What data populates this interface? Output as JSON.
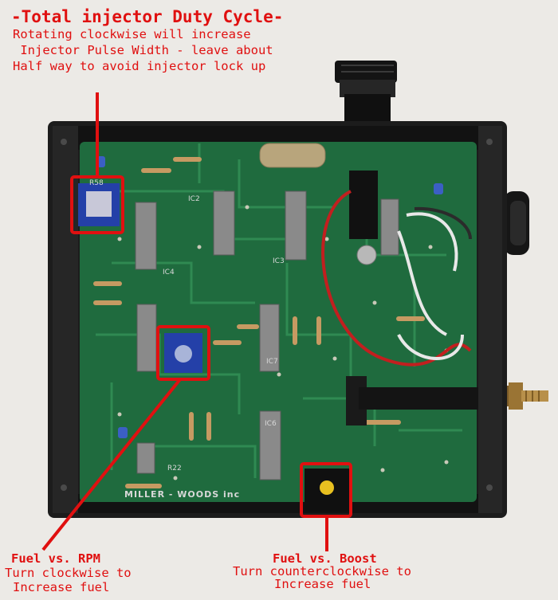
{
  "annotations": {
    "top": {
      "title": "-Total injector Duty Cycle-",
      "line1": "Rotating clockwise will increase",
      "line2": " Injector Pulse Width - leave about",
      "line3": "Half way to avoid injector lock up"
    },
    "rpm": {
      "title": "Fuel vs. RPM",
      "line1": "Turn clockwise to",
      "line2": "Increase fuel"
    },
    "boost": {
      "title": "Fuel vs. Boost",
      "line1": "Turn counterclockwise to",
      "line2": "Increase fuel"
    }
  },
  "board": {
    "silkscreen_maker": "MILLER - WOODS inc",
    "chip_labels": [
      "IC2",
      "IC3",
      "IC4",
      "IC6",
      "IC7",
      "R58",
      "R22"
    ]
  },
  "colors": {
    "annotation_red": "#e01010",
    "pcb_green": "#1f6b3e",
    "enclosure_black": "#1c1c1c",
    "trim_pot_blue": "#2440a8",
    "trim_pot_yellow": "#e8c020"
  }
}
